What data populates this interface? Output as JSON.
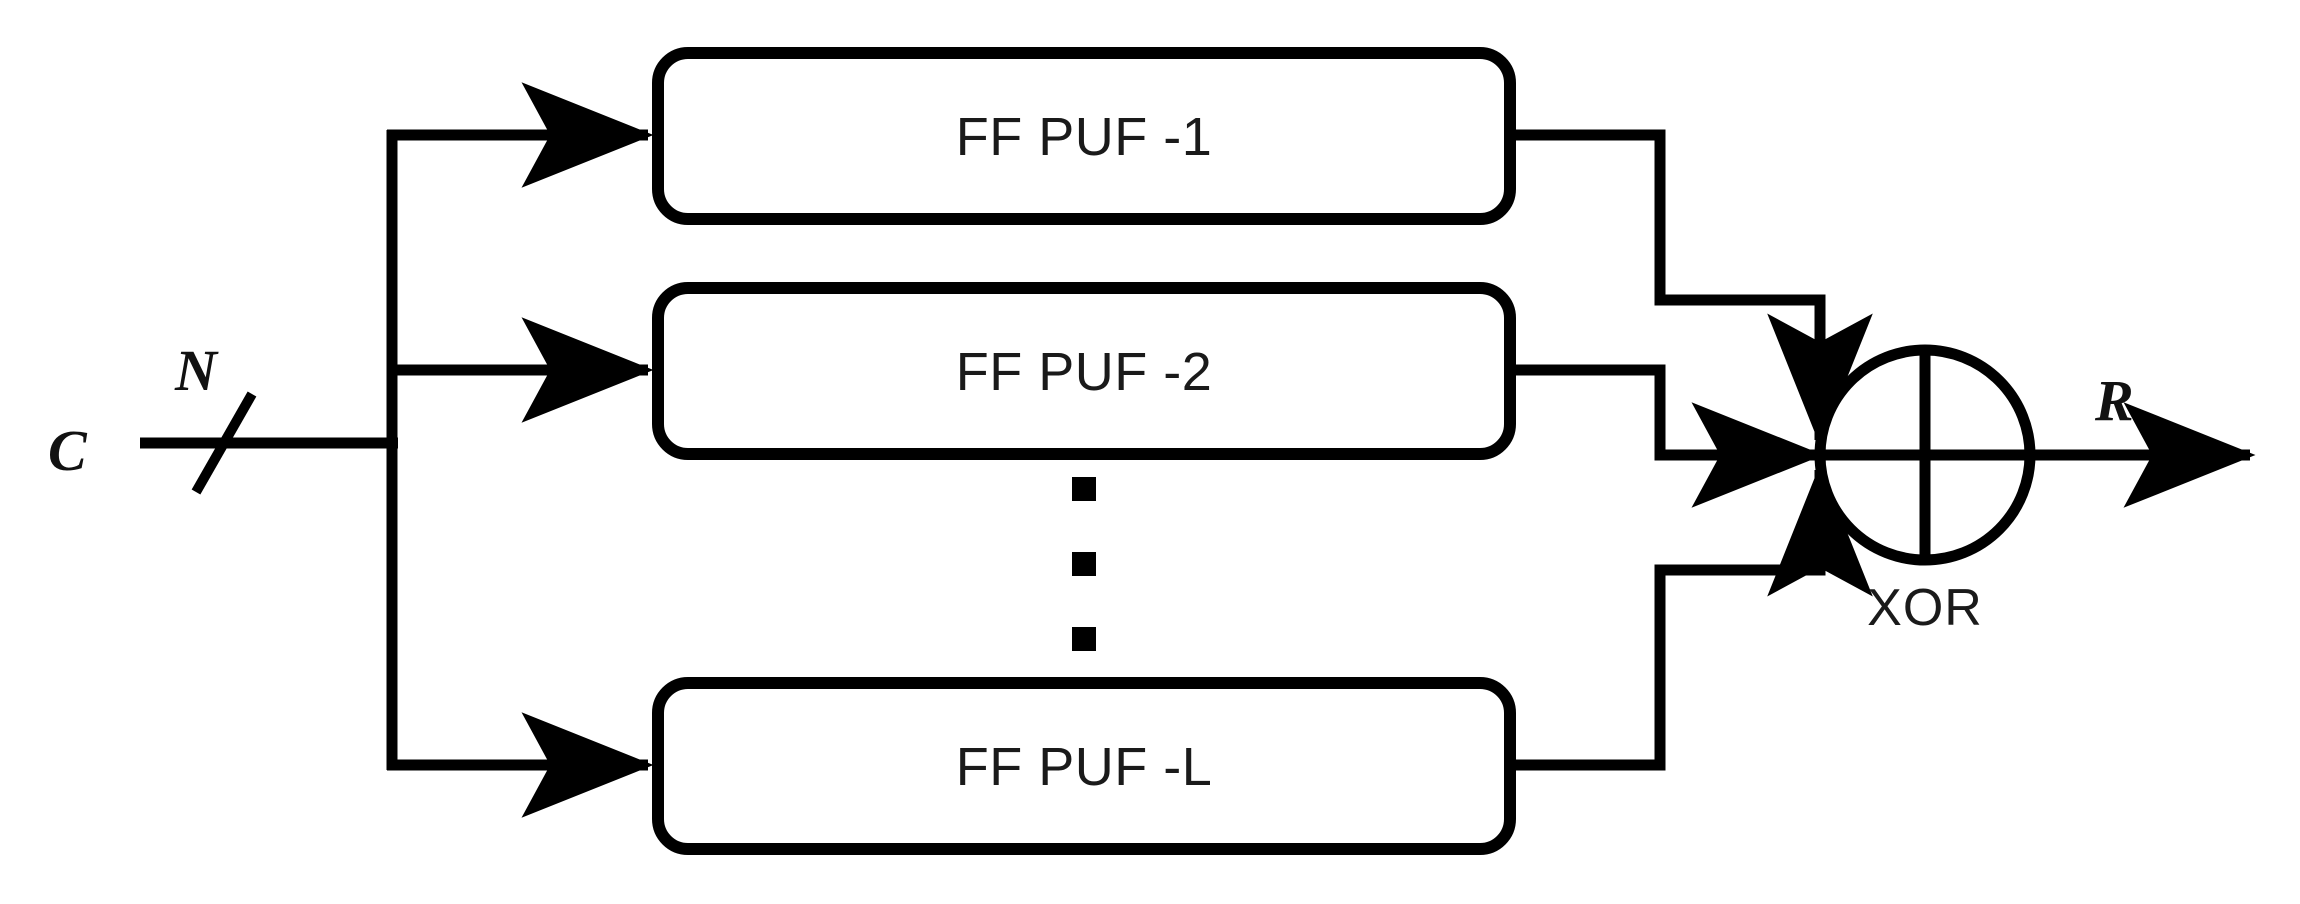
{
  "diagram": {
    "title": "XOR FF PUF architecture",
    "background_color": "#ffffff",
    "stroke_color": "#000000",
    "box_fill_color": "#ffffff",
    "text_color": "#1a1a1a"
  },
  "input": {
    "signal_label": "C",
    "bus_width_label": "N"
  },
  "output": {
    "signal_label": "R"
  },
  "blocks": [
    {
      "label": "FF PUF -1"
    },
    {
      "label": "FF PUF -2"
    },
    {
      "label": "FF PUF -L"
    }
  ],
  "ellipsis": {
    "dots": [
      "dot",
      "dot",
      "dot"
    ]
  },
  "gate": {
    "label": "XOR",
    "symbol": "circle-with-cross"
  }
}
